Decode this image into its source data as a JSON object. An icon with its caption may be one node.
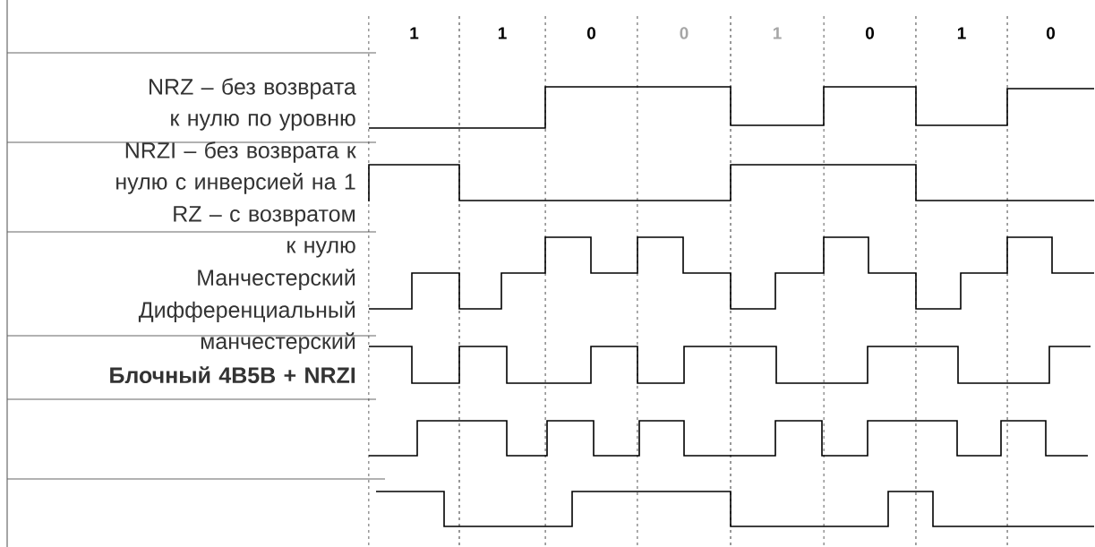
{
  "diagram": {
    "labels": [
      "1",
      "1",
      "0",
      "0",
      "1",
      "0",
      "1",
      "0",
      "NRZ – без возврата к нулю по уровню",
      "NRZI – без возврата к нулю с инверсией на 1",
      "RZ – с возвратом к нулю",
      "Манчестерский",
      "Дифференциальный манчестерский",
      "Блочный 4B5B + NRZI"
    ]
  }
}
